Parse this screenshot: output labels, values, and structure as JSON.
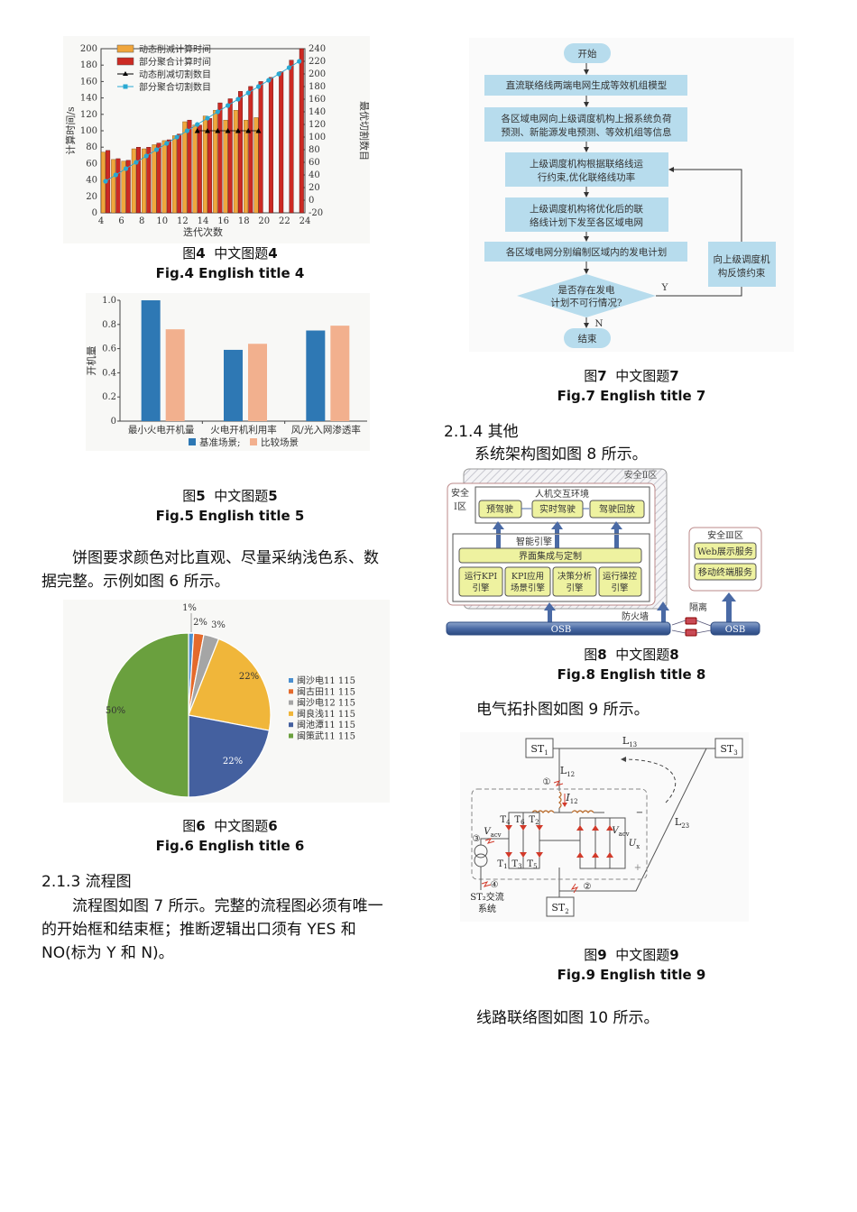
{
  "figures": {
    "fig4": {
      "caption_cn_prefix": "图",
      "caption_cn_num": "4",
      "caption_cn_title": "中文图题",
      "caption_cn_title_num": "4",
      "caption_en": "Fig.4  English title 4"
    },
    "fig5": {
      "caption_cn_prefix": "图",
      "caption_cn_num": "5",
      "caption_cn_title": "中文图题",
      "caption_cn_title_num": "5",
      "caption_en": "Fig.5  English title 5"
    },
    "fig6": {
      "caption_cn_prefix": "图",
      "caption_cn_num": "6",
      "caption_cn_title": "中文图题",
      "caption_cn_title_num": "6",
      "caption_en": "Fig.6  English title 6"
    },
    "fig7": {
      "caption_cn_prefix": "图",
      "caption_cn_num": "7",
      "caption_cn_title": "中文图题",
      "caption_cn_title_num": "7",
      "caption_en": "Fig.7  English title 7",
      "nodes": {
        "start": "开始",
        "step1": "直流联络线两端电网生成等效机组模型",
        "step2_l1": "各区域电网向上级调度机构上报系统负荷",
        "step2_l2": "预测、新能源发电预测、等效机组等信息",
        "step3_l1": "上级调度机构根据联络线运",
        "step3_l2": "行约束,优化联络线功率",
        "step4_l1": "上级调度机构将优化后的联",
        "step4_l2": "络线计划下发至各区域电网",
        "step5": "各区域电网分别编制区域内的发电计划",
        "decision_l1": "是否存在发电",
        "decision_l2": "计划不可行情况?",
        "feedback_l1": "向上级调度机",
        "feedback_l2": "构反馈约束",
        "yes": "Y",
        "no": "N",
        "end": "结束"
      }
    },
    "fig8": {
      "caption_cn_prefix": "图",
      "caption_cn_num": "8",
      "caption_cn_title": "中文图题",
      "caption_cn_title_num": "8",
      "caption_en": "Fig.8  English title 8",
      "zone2": "安全Ⅱ区",
      "zone1_l1": "安全",
      "zone1_l2": "Ⅰ区",
      "hmi": "人机交互环境",
      "hmi_items": [
        "预驾驶",
        "实时驾驶",
        "驾驶回放"
      ],
      "engine": "智能引擎",
      "integration": "界面集成与定制",
      "engines": [
        {
          "l1": "运行KPI",
          "l2": "引擎"
        },
        {
          "l1": "KPI应用",
          "l2": "场景引擎"
        },
        {
          "l1": "决策分析",
          "l2": "引擎"
        },
        {
          "l1": "运行操控",
          "l2": "引擎"
        }
      ],
      "zone3": "安全Ⅲ区",
      "zone3_items": [
        "Web展示服务",
        "移动终端服务"
      ],
      "firewall": "防火墙",
      "isolation": "隔离",
      "osb": "OSB",
      "osb2": "OSB"
    },
    "fig9": {
      "caption_cn_prefix": "图",
      "caption_cn_num": "9",
      "caption_cn_title": "中文图题",
      "caption_cn_title_num": "9",
      "caption_en": "Fig.9  English title 9",
      "st1": "ST",
      "st1_sub": "1",
      "st2": "ST",
      "st2_sub": "2",
      "st3": "ST",
      "st3_sub": "3",
      "l13": "L",
      "l13_sub": "13",
      "l12": "L",
      "l12_sub": "12",
      "l23": "L",
      "l23_sub": "23",
      "i12": "I",
      "i12_sub": "12",
      "t4": "T",
      "t4_sub": "4",
      "t6": "T",
      "t6_sub": "6",
      "t2": "T",
      "t2_sub": "2",
      "t1": "T",
      "t1_sub": "1",
      "t3": "T",
      "t3_sub": "3",
      "t5": "T",
      "t5_sub": "5",
      "vacv": "V",
      "vacv_sub": "acv",
      "ux": "U",
      "ux_sub": "x",
      "fault1": "①",
      "fault2": "②",
      "fault3": "③",
      "fault4": "④",
      "minus": "−",
      "plus": "+",
      "ac_system_l1": "ST₂交流",
      "ac_system_l2": "系统"
    }
  },
  "text": {
    "para_pie": "饼图要求颜色对比直观、尽量采纳浅色系、数据完整。示例如图 6 所示。",
    "para_pie_l1": "饼图要求颜色对比直观、尽量采纳浅色系、数",
    "para_pie_l2": "据完整。示例如图 6 所示。",
    "h213": "2.1.3  流程图",
    "para_flow_l1": "流程图如图 7 所示。完整的流程图必须有唯一",
    "para_flow_l2": "的开始框和结束框；推断逻辑出口须有 YES 和",
    "para_flow_l3": "NO(标为 Y 和 N)。",
    "h214": "2.1.4  其他",
    "para_arch": "系统架构图如图 8 所示。",
    "para_elec": "电气拓扑图如图 9 所示。",
    "para_line": "线路联络图如图 10 所示。"
  },
  "chart_data": [
    {
      "type": "bar",
      "title": "",
      "xlabel": "迭代次数",
      "ylabel": "计算时间/s",
      "y2label": "最优切割数目",
      "ylim": [
        0,
        200
      ],
      "y2lim": [
        -20,
        240
      ],
      "xticks": [
        4,
        6,
        8,
        10,
        12,
        14,
        16,
        18,
        20,
        22,
        24
      ],
      "yticks": [
        0,
        20,
        40,
        60,
        80,
        100,
        120,
        140,
        160,
        180,
        200
      ],
      "y2ticks": [
        -20,
        0,
        20,
        40,
        60,
        80,
        100,
        120,
        140,
        160,
        180,
        200,
        220,
        240
      ],
      "x": [
        4,
        5,
        6,
        7,
        8,
        9,
        10,
        11,
        12,
        13,
        14,
        15,
        16,
        17,
        18,
        19,
        20,
        21,
        22,
        23
      ],
      "series": [
        {
          "name": "动态削减计算时间",
          "kind": "bar",
          "axis": "left",
          "color": "#f0a63c",
          "values": [
            74,
            65,
            63,
            78,
            78,
            83,
            88,
            94,
            111,
            107,
            118,
            125,
            113,
            125,
            113,
            116,
            null,
            null,
            null,
            null
          ]
        },
        {
          "name": "部分聚合计算时间",
          "kind": "bar",
          "axis": "left",
          "color": "#cc2a23",
          "values": [
            76,
            66,
            64,
            80,
            80,
            85,
            89,
            96,
            113,
            107,
            115,
            134,
            139,
            148,
            154,
            160,
            165,
            172,
            186,
            200
          ]
        },
        {
          "name": "动态削减切割数目",
          "kind": "line",
          "axis": "right",
          "color": "#000000",
          "marker": "triangle",
          "values": [
            null,
            null,
            null,
            null,
            null,
            null,
            null,
            null,
            null,
            110,
            110,
            110,
            110,
            110,
            110,
            110,
            null,
            null,
            null,
            null
          ]
        },
        {
          "name": "部分聚合切割数目",
          "kind": "line",
          "axis": "right",
          "color": "#2aa9d2",
          "marker": "square",
          "values": [
            30,
            40,
            50,
            60,
            70,
            80,
            90,
            100,
            110,
            120,
            130,
            140,
            150,
            160,
            170,
            180,
            190,
            200,
            210,
            220
          ]
        }
      ],
      "legend_position": "upper-left"
    },
    {
      "type": "bar",
      "title": "",
      "xlabel": "",
      "ylabel": "开机量",
      "ylim": [
        0,
        1.0
      ],
      "yticks": [
        0,
        0.2,
        0.4,
        0.6,
        0.8,
        1.0
      ],
      "categories": [
        "最小火电开机量",
        "火电开机利用率",
        "风/光入网渗透率"
      ],
      "series": [
        {
          "name": "基准场景",
          "color": "#2e78b4",
          "values": [
            1.0,
            0.59,
            0.75
          ]
        },
        {
          "name": "比较场景",
          "color": "#f2b08e",
          "values": [
            0.76,
            0.64,
            0.79
          ]
        }
      ],
      "legend_text": "基准场景; 比较场景",
      "legend_position": "bottom"
    },
    {
      "type": "pie",
      "title": "",
      "categories": [
        "闽沙电11 115",
        "闽古田11 115",
        "闽沙电12 115",
        "闽良浅11 115",
        "闽池潭11 115",
        "闽策武11 115"
      ],
      "values": [
        1,
        2,
        3,
        22,
        22,
        50
      ],
      "labels": [
        "1%",
        "2%",
        "3%",
        "22%",
        "22%",
        "50%"
      ],
      "colors": [
        "#4a8fd0",
        "#e46a2c",
        "#a5a5a5",
        "#f0b63a",
        "#44609f",
        "#6aa03e"
      ],
      "legend_position": "right"
    }
  ]
}
